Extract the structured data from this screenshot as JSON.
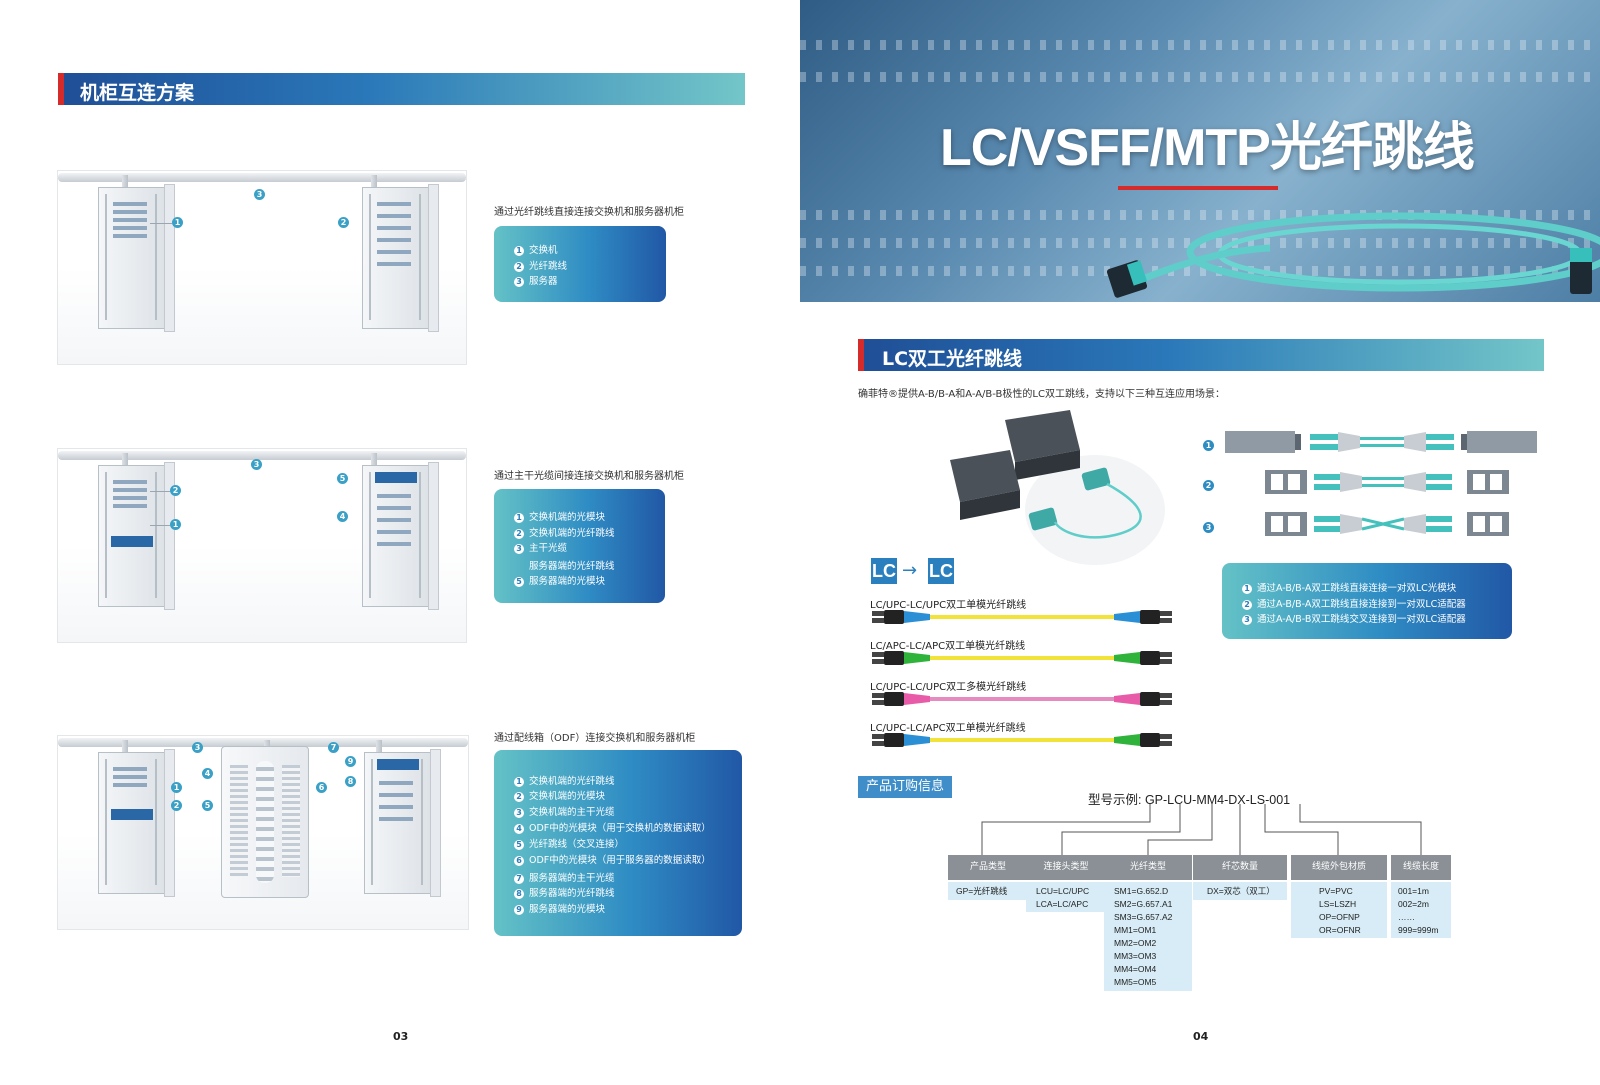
{
  "left_page": {
    "section_title": "机柜互连方案",
    "page_number": "03",
    "scenarios": [
      {
        "caption": "通过光纤跳线直接连接交换机和服务器机柜",
        "callouts": [
          "1",
          "2",
          "3"
        ],
        "legend": [
          {
            "num": "1",
            "text": "交换机"
          },
          {
            "num": "2",
            "text": "光纤跳线"
          },
          {
            "num": "3",
            "text": "服务器"
          }
        ]
      },
      {
        "caption": "通过主干光缆间接连接交换机和服务器机柜",
        "callouts": [
          "1",
          "2",
          "3",
          "4",
          "5"
        ],
        "legend": [
          {
            "num": "1",
            "text": "交换机端的光模块"
          },
          {
            "num": "2",
            "text": "交换机端的光纤跳线"
          },
          {
            "num": "3",
            "text": "主干光缆"
          },
          {
            "num": "",
            "text": "服务器端的光纤跳线"
          },
          {
            "num": "5",
            "text": "服务器端的光模块"
          }
        ]
      },
      {
        "caption": "通过配线箱（ODF）连接交换机和服务器机柜",
        "callouts": [
          "1",
          "2",
          "3",
          "4",
          "5",
          "6",
          "7",
          "8",
          "9"
        ],
        "legend": [
          {
            "num": "1",
            "text": "交换机端的光纤跳线"
          },
          {
            "num": "2",
            "text": "交换机端的光模块"
          },
          {
            "num": "3",
            "text": "交换机端的主干光缆"
          },
          {
            "num": "4",
            "text": "ODF中的光模块（用于交换机的数据读取）"
          },
          {
            "num": "5",
            "text": "光纤跳线（交叉连接）"
          },
          {
            "num": "6",
            "text": "ODF中的光模块（用于服务器的数据读取）"
          },
          {
            "num": "7",
            "text": "服务器端的主干光缆"
          },
          {
            "num": "8",
            "text": "服务器端的光纤跳线"
          },
          {
            "num": "9",
            "text": "服务器端的光模块"
          }
        ]
      }
    ]
  },
  "right_page": {
    "hero_title": "LC/VSFF/MTP光纤跳线",
    "section_title": "LC双工光纤跳线",
    "intro": "确菲特®提供A-B/B-A和A-A/B-B极性的LC双工跳线，支持以下三种互连应用场景：",
    "lc_to_lc": {
      "from": "LC",
      "arrow": "→",
      "to": "LC"
    },
    "cables": [
      {
        "label": "LC/UPC-LC/UPC双工单模光纤跳线",
        "jacket": "#f2e33a",
        "boot_left": "#2b8fd6",
        "boot_right": "#2b8fd6"
      },
      {
        "label": "LC/APC-LC/APC双工单模光纤跳线",
        "jacket": "#f2e33a",
        "boot_left": "#2fb33a",
        "boot_right": "#2fb33a"
      },
      {
        "label": "LC/UPC-LC/UPC双工多模光纤跳线",
        "jacket": "#e68bc0",
        "boot_left": "#e85ba8",
        "boot_right": "#e85ba8"
      },
      {
        "label": "LC/UPC-LC/APC双工单模光纤跳线",
        "jacket": "#f2e33a",
        "boot_left": "#2b8fd6",
        "boot_right": "#2fb33a"
      }
    ],
    "polarity_nums": [
      "1",
      "2",
      "3"
    ],
    "polarity_legend": [
      {
        "num": "1",
        "text": "通过A-B/B-A双工跳线直接连接一对双LC光模块"
      },
      {
        "num": "2",
        "text": "通过A-B/B-A双工跳线直接连接到一对双LC适配器"
      },
      {
        "num": "3",
        "text": "通过A-A/B-B双工跳线交叉连接到一对双LC适配器"
      }
    ],
    "ordering": {
      "tag": "产品订购信息",
      "example": "型号示例: GP-LCU-MM4-DX-LS-001",
      "columns": [
        {
          "header": "产品类型",
          "values": [
            "GP=光纤跳线"
          ]
        },
        {
          "header": "连接头类型",
          "values": [
            "LCU=LC/UPC",
            "LCA=LC/APC"
          ]
        },
        {
          "header": "光纤类型",
          "values": [
            "SM1=G.652.D",
            "SM2=G.657.A1",
            "SM3=G.657.A2",
            "MM1=OM1",
            "MM2=OM2",
            "MM3=OM3",
            "MM4=OM4",
            "MM5=OM5"
          ]
        },
        {
          "header": "纤芯数量",
          "values": [
            "DX=双芯（双工）"
          ]
        },
        {
          "header": "线缆外包材质",
          "values": [
            "PV=PVC",
            "LS=LSZH",
            "OP=OFNP",
            "OR=OFNR"
          ]
        },
        {
          "header": "线缆长度",
          "values": [
            "001=1m",
            "002=2m",
            "……",
            "999=999m"
          ]
        }
      ]
    },
    "page_number": "04",
    "colors": {
      "accent_blue": "#2a6fb5",
      "accent_red": "#d52b2b",
      "teal": "#73c6c8",
      "aqua_cable": "#5fcdc9"
    }
  }
}
